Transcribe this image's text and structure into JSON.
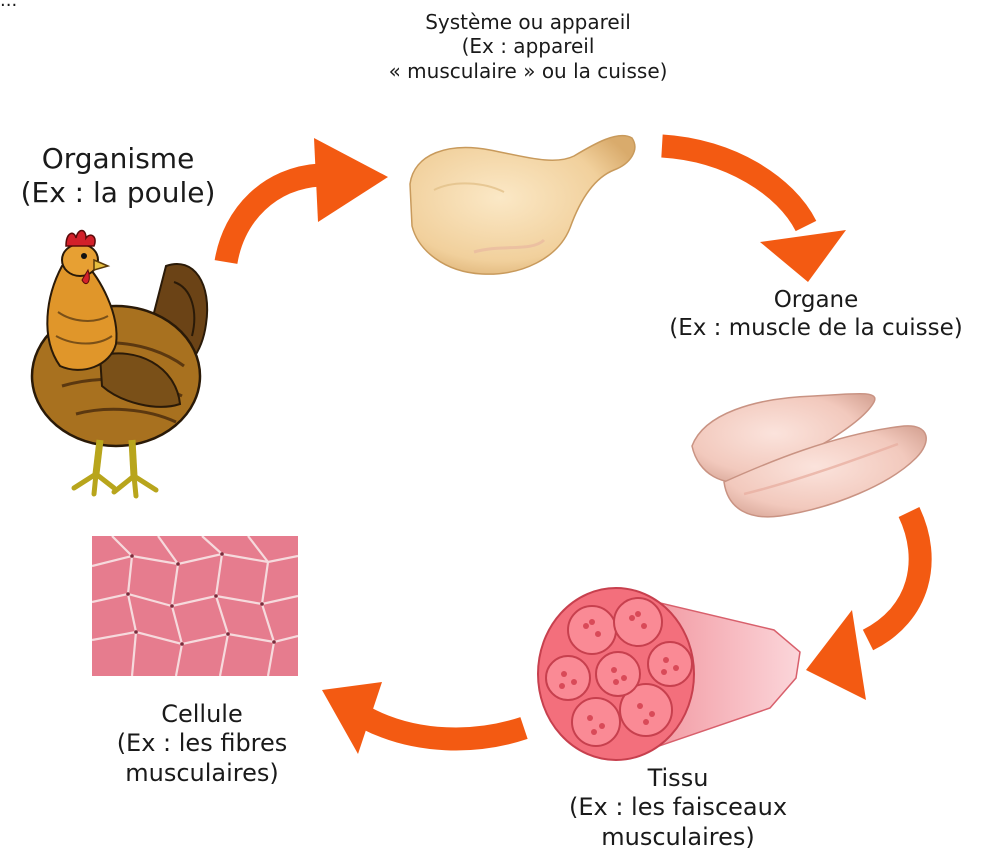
{
  "top_fragment": "...",
  "stages": {
    "organism": {
      "title": "Organisme",
      "example": "(Ex : la poule)"
    },
    "system": {
      "title": "Système ou appareil",
      "example_line1": "(Ex : appareil",
      "example_line2": "« musculaire » ou la cuisse)"
    },
    "organ": {
      "title": "Organe",
      "example": "(Ex : muscle de la cuisse)"
    },
    "tissue": {
      "title": "Tissu",
      "example_line1": "(Ex : les faisceaux",
      "example_line2": "musculaires)"
    },
    "cell": {
      "title": "Cellule",
      "example_line1": "(Ex : les fibres",
      "example_line2": "musculaires)"
    }
  },
  "colors": {
    "arrow": "#f35a12",
    "arrow_dark": "#c83c08",
    "text": "#1a1a1a"
  },
  "icons": [
    "hen-picture",
    "chicken-leg-picture",
    "chicken-breast-picture",
    "muscle-bundle-picture",
    "muscle-fibres-micrograph"
  ]
}
